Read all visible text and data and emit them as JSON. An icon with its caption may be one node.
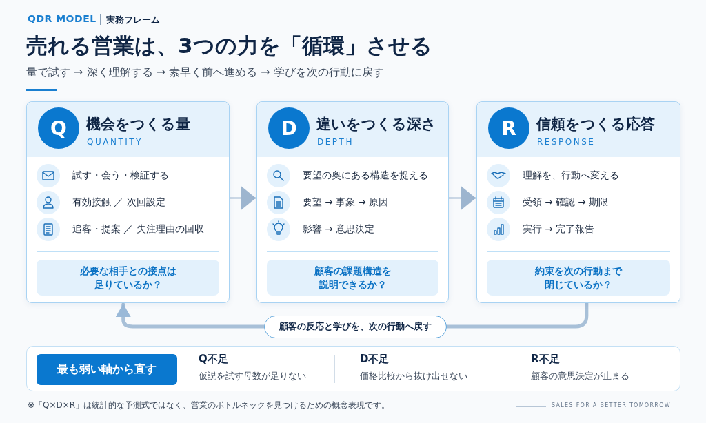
{
  "diagram": {
    "title": "売れる営業は、3つの力を「循環」させる",
    "nodes": [
      {
        "text": [
          "Q",
          "機会をつくる量",
          "QUANTITY",
          "試す・会う・検証する",
          "有効接触 ／ 次回設定",
          "追客・提案 ／ 失注理由の回収",
          "必要な相手との接点は足りているか？"
        ]
      },
      {
        "text": [
          "D",
          "違いをつくる深さ",
          "DEPTH",
          "要望の奥にある構造を捉える",
          "要望 → 事象 → 原因",
          "影響 → 意思決定",
          "顧客の課題構造を説明できるか？"
        ]
      },
      {
        "text": [
          "R",
          "信頼をつくる応答",
          "RESPONSE",
          "理解を、行動へ変える",
          "受領 → 確認 → 期限",
          "実行 → 完了報告",
          "約束を次の行動まで閉じているか？"
        ]
      },
      {
        "text": [],
        "shape": "box"
      },
      {
        "text": [
          "最も弱い軸から直す"
        ],
        "in": 3
      }
    ],
    "edges": [
      {
        "from": 0,
        "to": 1,
        "arrow": "to"
      },
      {
        "from": 1,
        "to": 2,
        "arrow": "to"
      },
      {
        "from": 2,
        "to": 0,
        "arrow": "to",
        "label": "顧客の反応と学びを、次の行動へ戻す",
        "style": "thick"
      }
    ],
    "labels": [
      "QDR MODEL",
      "実務フレーム",
      "量で試す → 深く理解する → 素早く前へ進める → 学びを次の行動に戻す",
      "Q不足",
      "仮説を試す母数が足りない",
      "D不足",
      "価格比較から抜け出せない",
      "R不足",
      "顧客の意思決定が止まる",
      "※「Q×D×R」は統計的な予測式ではなく、営業のボトルネックを見つけるための概念表現です。",
      "SALES FOR A BETTER TOMORROW"
    ]
  }
}
